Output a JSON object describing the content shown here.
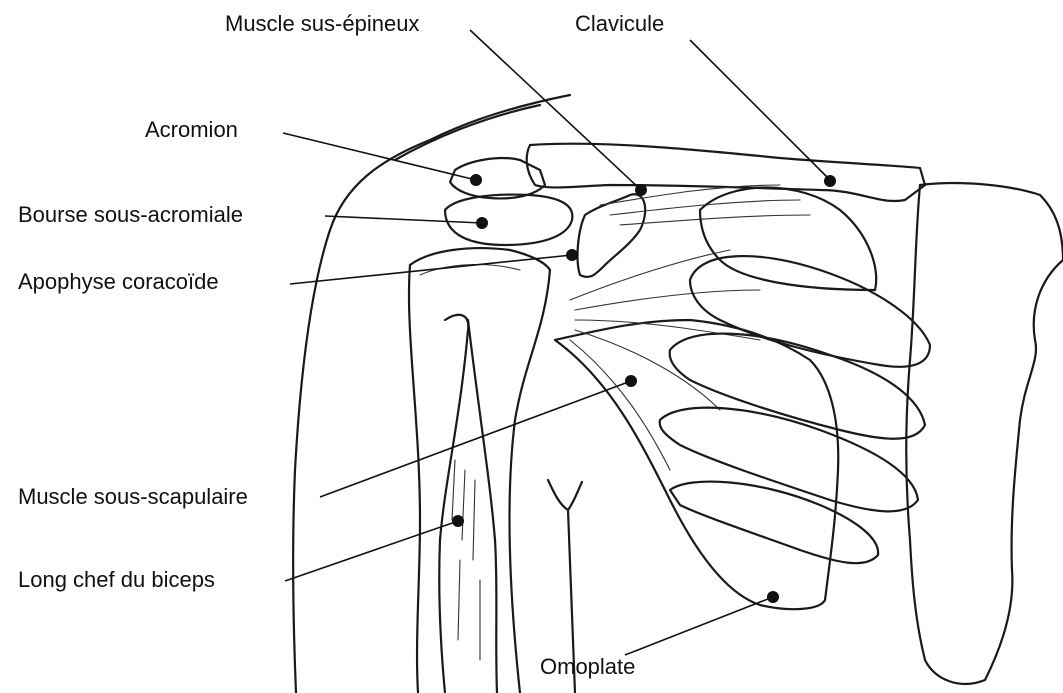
{
  "labels": {
    "supraspinatus": "Muscle sus-épineux",
    "clavicle": "Clavicule",
    "acromion": "Acromion",
    "bursa": "Bourse sous-acromiale",
    "coracoid": "Apophyse coracoïde",
    "subscapularis": "Muscle sous-scapulaire",
    "biceps": "Long chef du biceps",
    "scapula": "Omoplate"
  },
  "colors": {
    "ink": "#1a1a1a",
    "background": "#ffffff"
  }
}
